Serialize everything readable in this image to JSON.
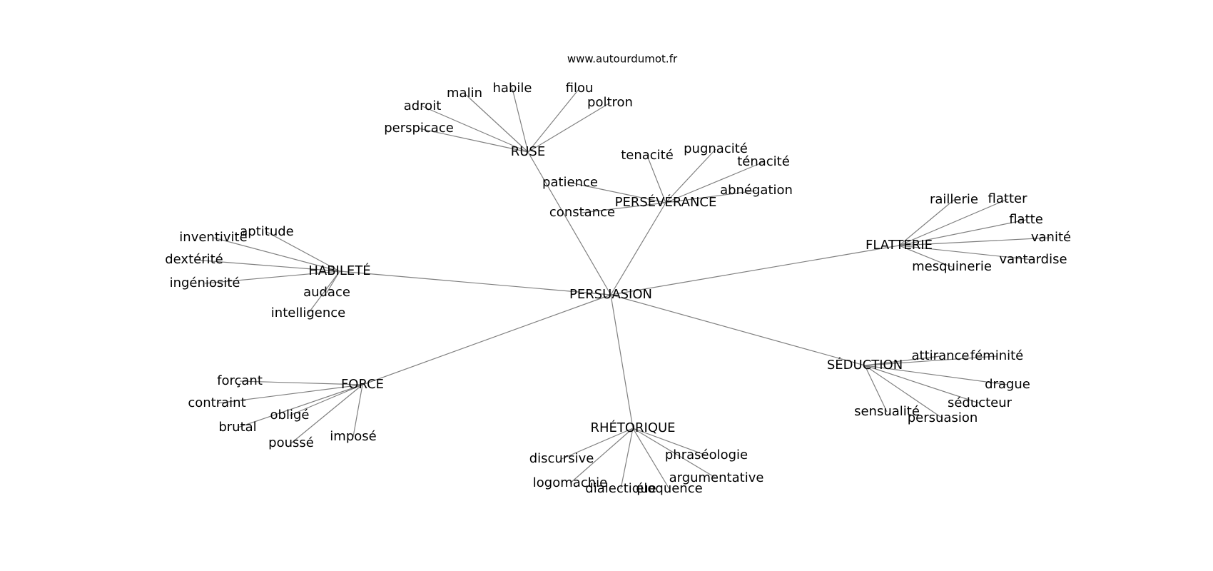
{
  "header": {
    "site": "www.autourdumot.fr"
  },
  "graph": {
    "center": "PERSUASION",
    "branches": [
      {
        "label": "RUSE",
        "children": [
          "malin",
          "habile",
          "filou",
          "poltron",
          "adroit",
          "perspicace"
        ]
      },
      {
        "label": "PERSÉVÉRANCE",
        "children": [
          "tenacité",
          "pugnacité",
          "ténacité",
          "abnégation",
          "patience",
          "constance"
        ]
      },
      {
        "label": "FLATTERIE",
        "children": [
          "raillerie",
          "flatter",
          "flatte",
          "vanité",
          "vantardise",
          "mesquinerie"
        ]
      },
      {
        "label": "HABILETÉ",
        "children": [
          "aptitude",
          "inventivité",
          "dextérité",
          "ingéniosité",
          "audace",
          "intelligence"
        ]
      },
      {
        "label": "FORCE",
        "children": [
          "forçant",
          "contraint",
          "obligé",
          "brutal",
          "poussé",
          "imposé"
        ]
      },
      {
        "label": "SÉDUCTION",
        "children": [
          "attirance",
          "féminité",
          "drague",
          "séducteur",
          "sensualité",
          "persuasion"
        ]
      },
      {
        "label": "RHÉTORIQUE",
        "children": [
          "discursive",
          "phraséologie",
          "argumentative",
          "logomachie",
          "dialectique",
          "éloquence"
        ]
      }
    ]
  }
}
